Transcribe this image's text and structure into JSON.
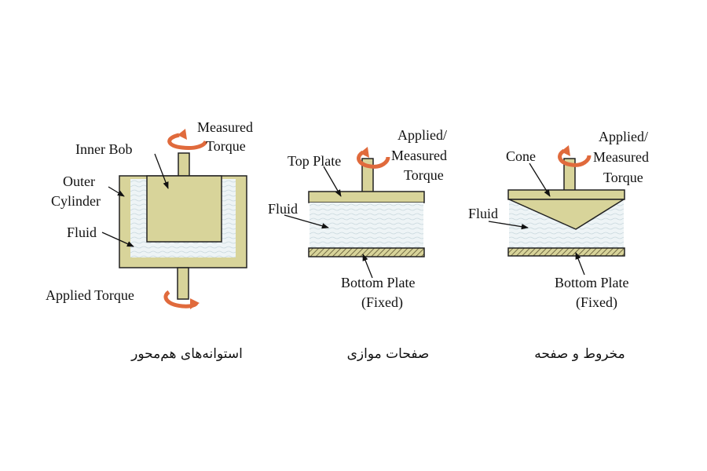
{
  "colors": {
    "metal": "#d8d49a",
    "fluid": "#eef4f6",
    "torque_arrow": "#e06a3c",
    "outline": "#222222"
  },
  "diagrams": {
    "concentric": {
      "labels": {
        "measured_torque_1": "Measured",
        "measured_torque_2": "Torque",
        "inner_bob": "Inner Bob",
        "outer_1": "Outer",
        "outer_2": "Cylinder",
        "fluid": "Fluid",
        "applied_torque": "Applied Torque"
      },
      "caption": "استوانه‌های هم‌محور"
    },
    "parallel_plate": {
      "labels": {
        "torque_1": "Applied/",
        "torque_2": "Measured",
        "torque_3": "Torque",
        "top_plate": "Top Plate",
        "fluid": "Fluid",
        "bottom_1": "Bottom Plate",
        "bottom_2": "(Fixed)"
      },
      "caption": "صفحات موازی"
    },
    "cone_plate": {
      "labels": {
        "torque_1": "Applied/",
        "torque_2": "Measured",
        "torque_3": "Torque",
        "cone": "Cone",
        "fluid": "Fluid",
        "bottom_1": "Bottom Plate",
        "bottom_2": "(Fixed)"
      },
      "caption": "مخروط و صفحه"
    }
  }
}
